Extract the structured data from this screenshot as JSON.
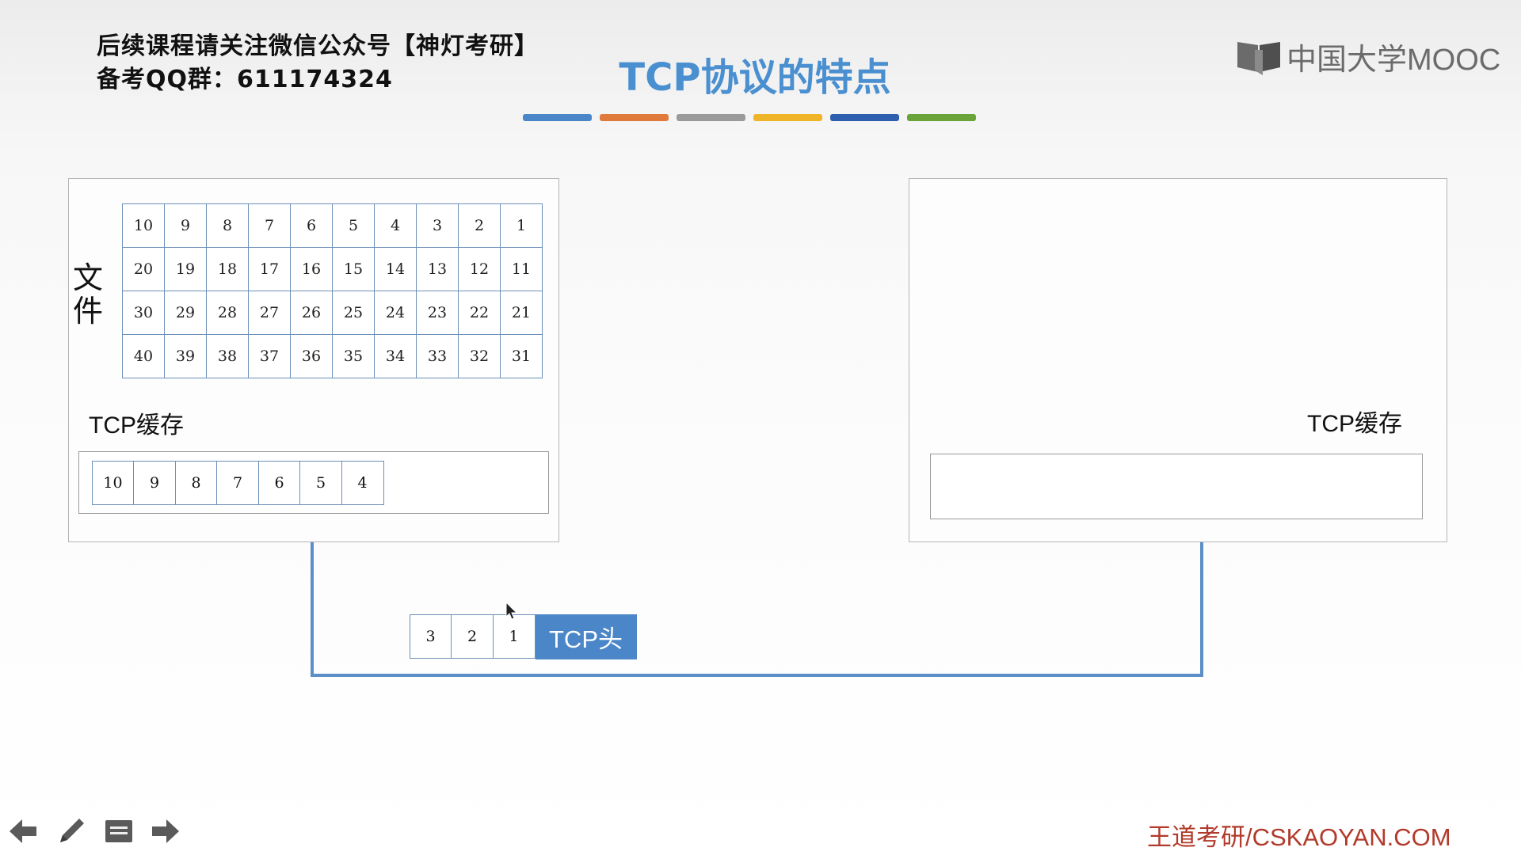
{
  "header": {
    "notice_line1": "后续课程请关注微信公众号【神灯考研】",
    "notice_line2": "备考QQ群：611174324",
    "title": "TCP协议的特点",
    "logo_text": "中国大学MOOC",
    "colorbar": [
      "#4a86c8",
      "#e07a3a",
      "#9a9a9a",
      "#f0b429",
      "#2e5fae",
      "#6aa33a"
    ]
  },
  "sender": {
    "file_label": "文件",
    "file_rows": [
      [
        "10",
        "9",
        "8",
        "7",
        "6",
        "5",
        "4",
        "3",
        "2",
        "1"
      ],
      [
        "20",
        "19",
        "18",
        "17",
        "16",
        "15",
        "14",
        "13",
        "12",
        "11"
      ],
      [
        "30",
        "29",
        "28",
        "27",
        "26",
        "25",
        "24",
        "23",
        "22",
        "21"
      ],
      [
        "40",
        "39",
        "38",
        "37",
        "36",
        "35",
        "34",
        "33",
        "32",
        "31"
      ]
    ],
    "cache_label": "TCP缓存",
    "cache_cells": [
      "10",
      "9",
      "8",
      "7",
      "6",
      "5",
      "4"
    ]
  },
  "receiver": {
    "cache_label": "TCP缓存"
  },
  "segment": {
    "cells": [
      "3",
      "2",
      "1"
    ],
    "header_label": "TCP头"
  },
  "footer": {
    "brand": "王道考研/CSKAOYAN.COM"
  },
  "icons": [
    "mooc-logo-icon",
    "arrow-left-icon",
    "pen-icon",
    "menu-icon",
    "arrow-right-icon",
    "mouse-cursor-icon"
  ]
}
